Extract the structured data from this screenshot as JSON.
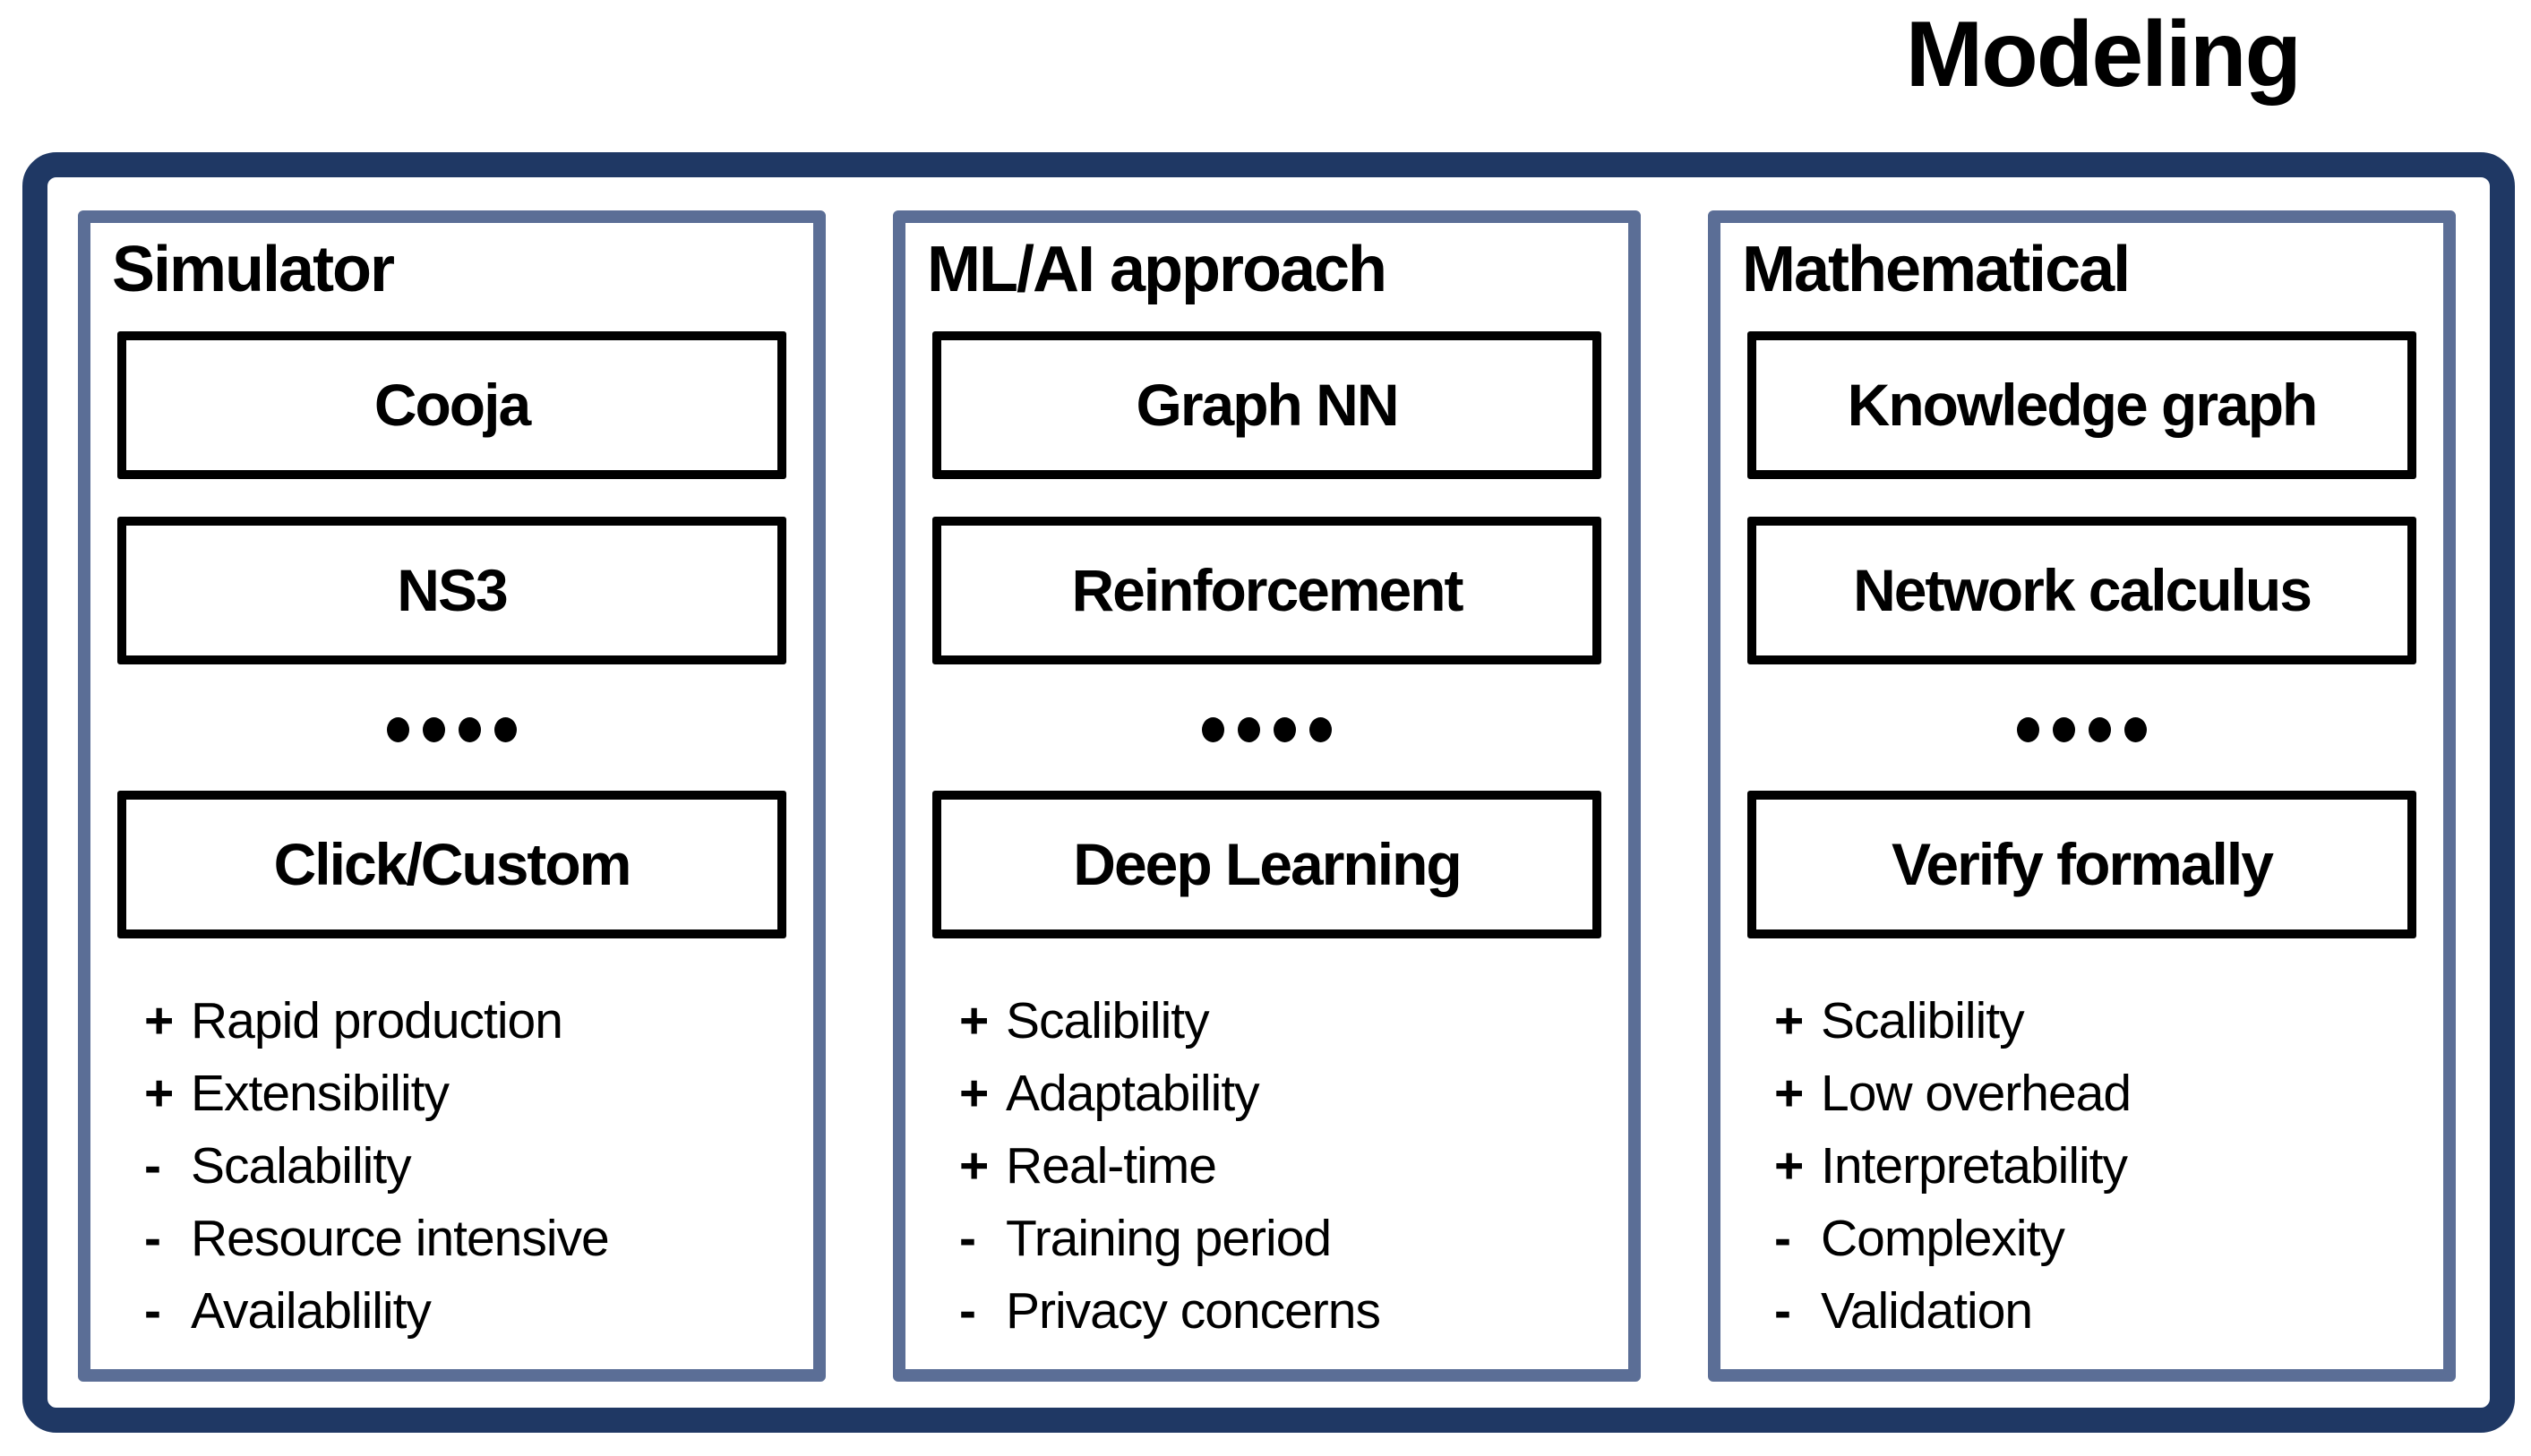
{
  "title": "Modeling",
  "colors": {
    "outer_border": "#1f3864",
    "column_border": "#5b6e96",
    "box_border": "#000000",
    "text": "#000000",
    "background": "#ffffff"
  },
  "ellipsis_dot_count": 4,
  "columns": [
    {
      "header": "Simulator",
      "top_boxes": [
        "Cooja",
        "NS3"
      ],
      "bottom_boxes": [
        "Click/Custom"
      ],
      "items": [
        {
          "sign": "+",
          "text": "Rapid production"
        },
        {
          "sign": "+",
          "text": "Extensibility"
        },
        {
          "sign": "-",
          "text": "Scalability"
        },
        {
          "sign": "-",
          "text": "Resource intensive"
        },
        {
          "sign": "-",
          "text": "Availablility"
        }
      ]
    },
    {
      "header": "ML/AI approach",
      "top_boxes": [
        "Graph NN",
        "Reinforcement"
      ],
      "bottom_boxes": [
        "Deep Learning"
      ],
      "items": [
        {
          "sign": "+",
          "text": "Scalibility"
        },
        {
          "sign": "+",
          "text": "Adaptability"
        },
        {
          "sign": "+",
          "text": "Real-time"
        },
        {
          "sign": "-",
          "text": "Training period"
        },
        {
          "sign": "-",
          "text": "Privacy concerns"
        }
      ]
    },
    {
      "header": "Mathematical",
      "top_boxes": [
        "Knowledge graph",
        "Network calculus"
      ],
      "bottom_boxes": [
        "Verify formally"
      ],
      "items": [
        {
          "sign": "+",
          "text": "Scalibility"
        },
        {
          "sign": "+",
          "text": "Low overhead"
        },
        {
          "sign": "+",
          "text": "Interpretability"
        },
        {
          "sign": "-",
          "text": "Complexity"
        },
        {
          "sign": "-",
          "text": "Validation"
        }
      ]
    }
  ]
}
